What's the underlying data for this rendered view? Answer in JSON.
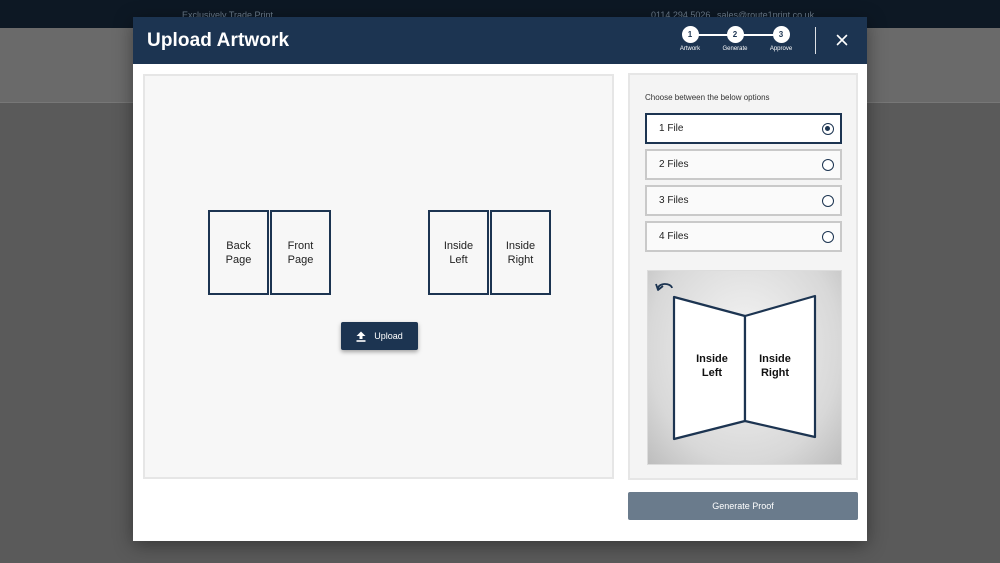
{
  "background": {
    "tagline": "Exclusively Trade Print",
    "phone": "0114 294 5026",
    "email": "sales@route1print.co.uk"
  },
  "modal": {
    "title": "Upload Artwork",
    "steps": [
      {
        "number": "1",
        "label": "Artwork"
      },
      {
        "number": "2",
        "label": "Generate"
      },
      {
        "number": "3",
        "label": "Approve"
      }
    ]
  },
  "artwork": {
    "outer_pages": [
      {
        "line1": "Back",
        "line2": "Page"
      },
      {
        "line1": "Front",
        "line2": "Page"
      }
    ],
    "inner_pages": [
      {
        "line1": "Inside",
        "line2": "Left"
      },
      {
        "line1": "Inside",
        "line2": "Right"
      }
    ],
    "upload_label": "Upload"
  },
  "options": {
    "prompt": "Choose between the below options",
    "items": [
      {
        "label": "1 File",
        "selected": true
      },
      {
        "label": "2 Files",
        "selected": false
      },
      {
        "label": "3 Files",
        "selected": false
      },
      {
        "label": "4 Files",
        "selected": false
      }
    ],
    "preview": {
      "left_line1": "Inside",
      "left_line2": "Left",
      "right_line1": "Inside",
      "right_line2": "Right"
    }
  },
  "generate_label": "Generate Proof",
  "colors": {
    "navy": "#1c3451",
    "generate_button": "#6a7b8c"
  },
  "icons": {
    "close": "close-icon",
    "upload": "upload-icon",
    "rotate": "rotate-icon"
  }
}
